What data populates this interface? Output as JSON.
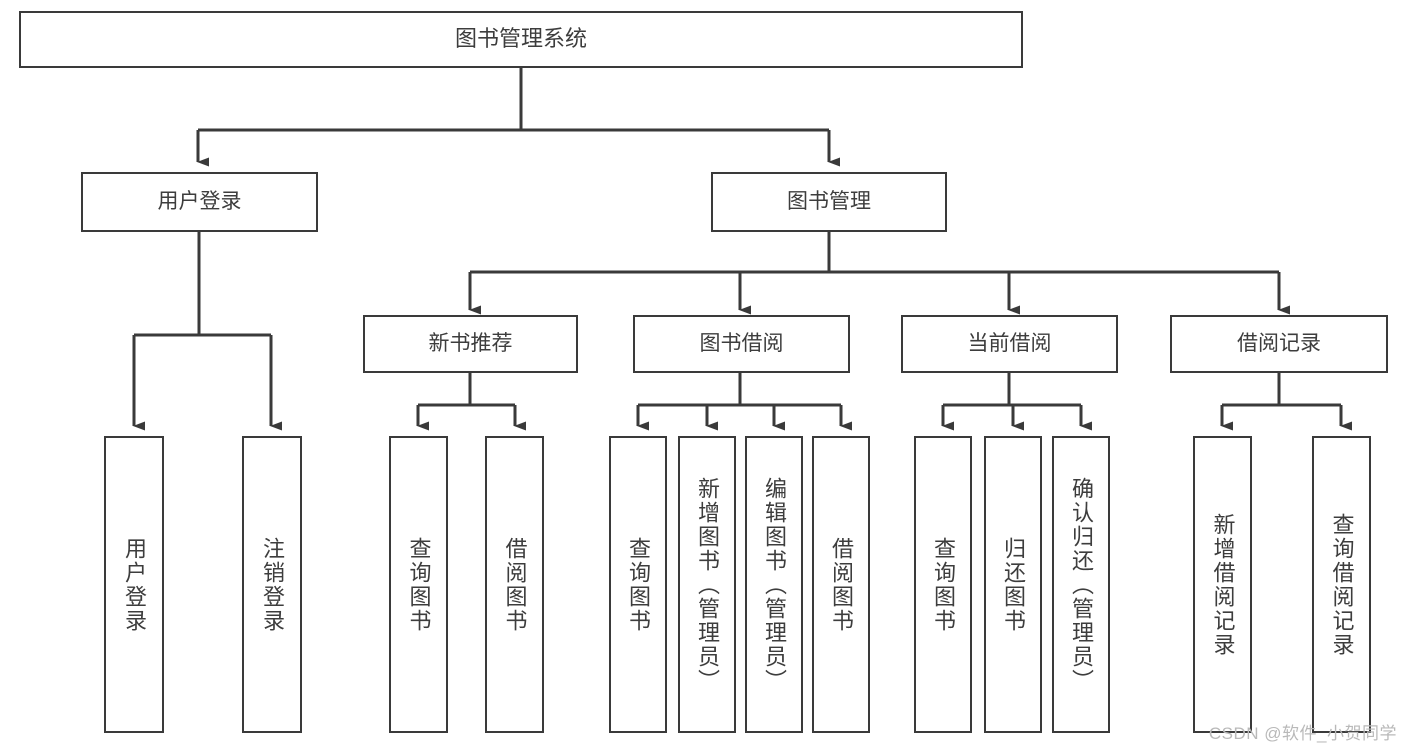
{
  "diagram": {
    "title": "图书管理系统",
    "type": "tree-hierarchy-chart",
    "watermark": "CSDN @软件_小贺同学",
    "colors": {
      "stroke": "#3a3a3a",
      "text": "#3d3d3d",
      "background": "#ffffff",
      "watermark": "#b9b9b9"
    }
  },
  "nodes": {
    "root": {
      "label": "图书管理系统"
    },
    "level1": [
      {
        "id": "user-login",
        "label": "用户登录"
      },
      {
        "id": "book-manage",
        "label": "图书管理"
      }
    ],
    "level2": [
      {
        "id": "new-book-recommend",
        "label": "新书推荐"
      },
      {
        "id": "book-borrow",
        "label": "图书借阅"
      },
      {
        "id": "current-borrow",
        "label": "当前借阅"
      },
      {
        "id": "borrow-record",
        "label": "借阅记录"
      }
    ],
    "leaves": {
      "user-login": [
        {
          "id": "leaf-user-login",
          "label": "用户登录"
        },
        {
          "id": "leaf-logout-login",
          "label": "注销登录"
        }
      ],
      "new-book-recommend": [
        {
          "id": "leaf-query-book-1",
          "label": "查询图书"
        },
        {
          "id": "leaf-borrow-book-1",
          "label": "借阅图书"
        }
      ],
      "book-borrow": [
        {
          "id": "leaf-query-book-2",
          "label": "查询图书"
        },
        {
          "id": "leaf-add-book",
          "label": "新增图书（管理员）"
        },
        {
          "id": "leaf-edit-book",
          "label": "编辑图书（管理员）"
        },
        {
          "id": "leaf-borrow-book-2",
          "label": "借阅图书"
        }
      ],
      "current-borrow": [
        {
          "id": "leaf-query-book-3",
          "label": "查询图书"
        },
        {
          "id": "leaf-return-book",
          "label": "归还图书"
        },
        {
          "id": "leaf-confirm-return",
          "label": "确认归还（管理员）"
        }
      ],
      "borrow-record": [
        {
          "id": "leaf-add-record",
          "label": "新增借阅记录"
        },
        {
          "id": "leaf-query-record",
          "label": "查询借阅记录"
        }
      ]
    }
  }
}
